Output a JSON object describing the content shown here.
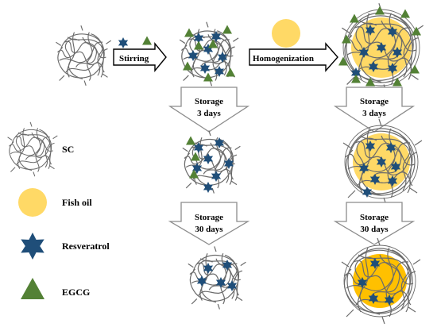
{
  "process": {
    "step1": "Stirring",
    "step2": "Homogenization"
  },
  "storage": {
    "short_title": "Storage",
    "short_duration": "3 days",
    "long_title": "Storage",
    "long_duration": "30 days"
  },
  "legend": {
    "sc": "SC",
    "fish_oil": "Fish oil",
    "resveratrol": "Resveratrol",
    "egcg": "EGCG"
  },
  "colors": {
    "fiber": "#6b6b6b",
    "oil_light": "#ffd966",
    "oil_dark": "#ffc000",
    "star": "#1f4e79",
    "triangle": "#538135"
  }
}
